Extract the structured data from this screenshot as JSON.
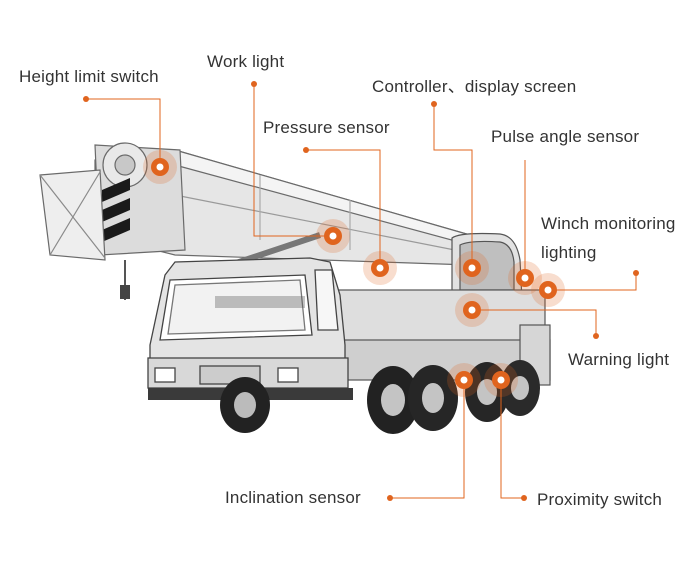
{
  "accent_color": "#e0641e",
  "illustration": "truck-mounted-crane",
  "labels": {
    "height_limit_switch": "Height limit switch",
    "work_light": "Work light",
    "controller_display": "Controller、display screen",
    "pressure_sensor": "Pressure sensor",
    "pulse_angle_sensor": "Pulse angle sensor",
    "winch_monitoring_1": "Winch monitoring",
    "winch_monitoring_2": "lighting",
    "warning_light": "Warning light",
    "inclination_sensor": "Inclination sensor",
    "proximity_switch": "Proximity switch"
  }
}
